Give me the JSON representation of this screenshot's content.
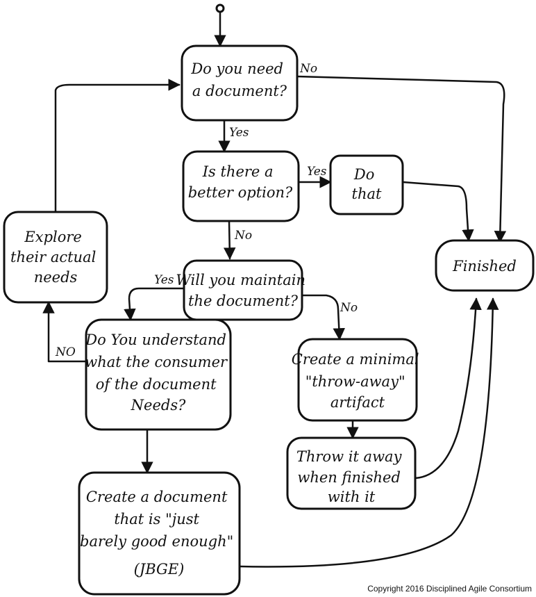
{
  "nodes": {
    "need_doc": [
      "Do you need",
      "a document?"
    ],
    "better_option": [
      "Is there a",
      "better option?"
    ],
    "do_that": [
      "Do",
      "that"
    ],
    "finished": [
      "Finished"
    ],
    "explore": [
      "Explore",
      "their actual",
      "needs"
    ],
    "maintain": [
      "Will you maintain",
      "the document?"
    ],
    "understand": [
      "Do You understand",
      "what the consumer",
      "of the document",
      "Needs?"
    ],
    "throwaway": [
      "Create a minimal",
      "\"throw-away\"",
      "artifact"
    ],
    "throw_it": [
      "Throw it away",
      "when finished",
      "with it"
    ],
    "jbge": [
      "Create a document",
      "that is \"just",
      "barely good enough\"",
      "(JBGE)"
    ]
  },
  "edges": {
    "need_no": "No",
    "need_yes": "Yes",
    "better_yes": "Yes",
    "better_no": "No",
    "maintain_yes": "Yes",
    "maintain_no": "No",
    "understand_no": "NO"
  },
  "copyright": "Copyright 2016 Disciplined Agile Consortium"
}
